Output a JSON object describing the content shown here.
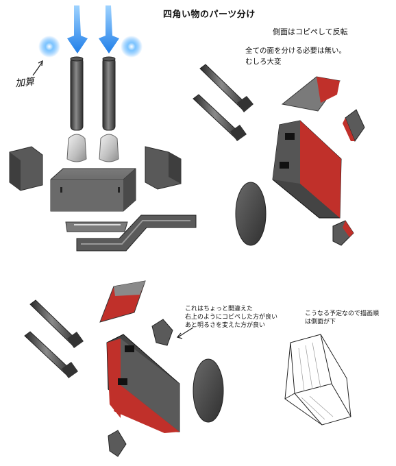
{
  "title": "四角い物のパーツ分け",
  "note_copy": "側面はコピペして反転",
  "note_split": [
    "全ての面を分ける必要は無い。",
    "むしろ大変"
  ],
  "note_handwritten": "加算",
  "note_mistake": [
    "これはちょっと間違えた",
    "右上のようにコピペした方が良い",
    "あと明るさを変えた方が良い"
  ],
  "note_order": [
    "こうなる予定なので描画順",
    "は側面が下"
  ],
  "colors": {
    "body_gray": "#5c5c5c",
    "dark_gray": "#3a3a3a",
    "accent_red": "#c0302a",
    "glow_blue": "#3fa3ff"
  }
}
